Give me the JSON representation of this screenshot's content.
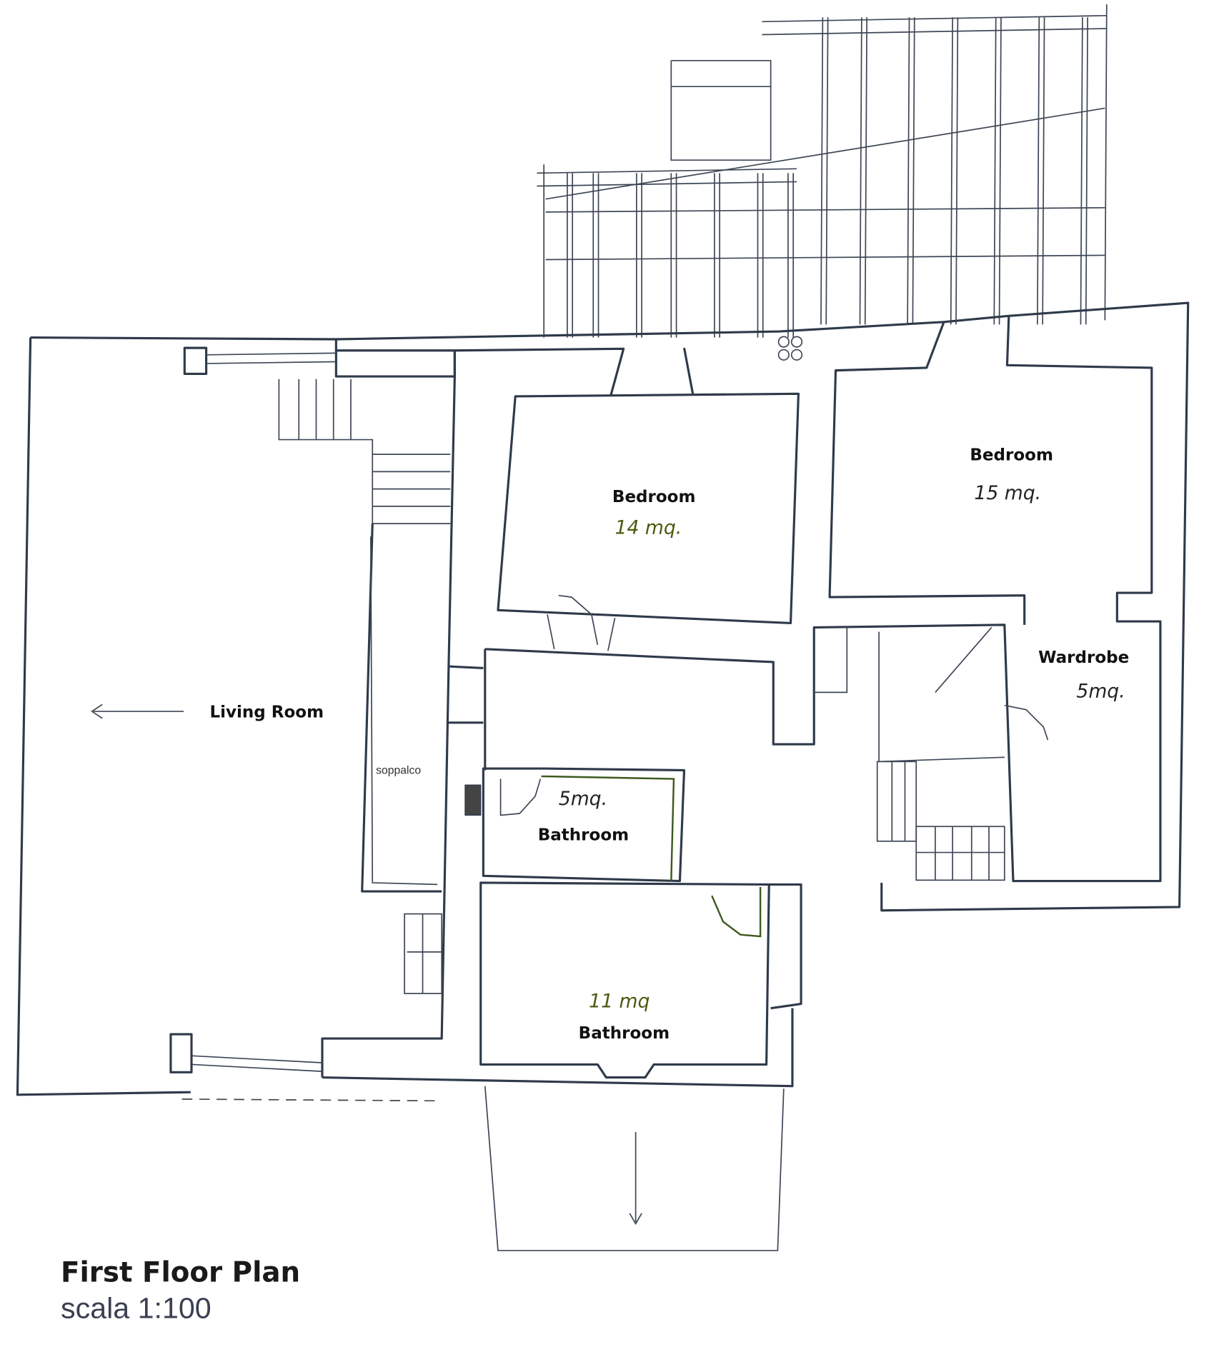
{
  "plan": {
    "title": "First Floor Plan",
    "scale": "scala 1:100"
  },
  "rooms": [
    {
      "name": "Living Room",
      "area": ""
    },
    {
      "name": "Bedroom",
      "area": "14 mq."
    },
    {
      "name": "Bedroom",
      "area": "15 mq."
    },
    {
      "name": "Wardrobe",
      "area": "5mq."
    },
    {
      "name": "Bathroom",
      "area": "5mq."
    },
    {
      "name": "Bathroom",
      "area": "11 mq"
    }
  ],
  "annotations": {
    "loft": "soppalco"
  },
  "colors": {
    "wall": "#2f3a4a",
    "hand_green": "#3d5a1e"
  }
}
